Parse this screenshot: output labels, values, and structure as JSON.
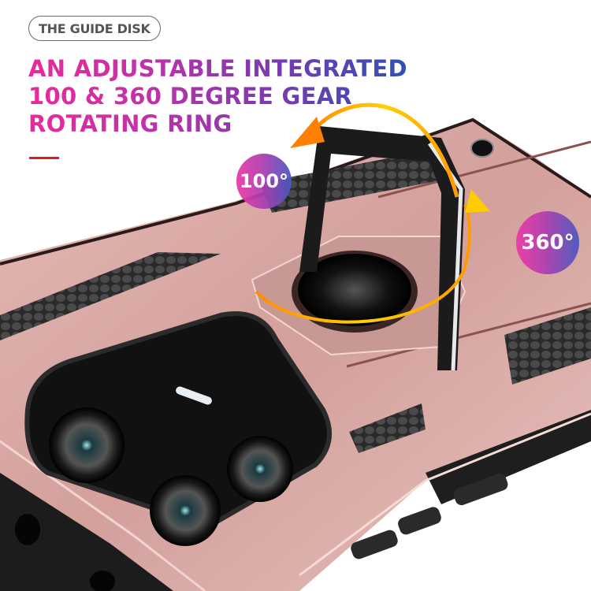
{
  "tag": {
    "label": "THE GUIDE DISK"
  },
  "headline": {
    "lines": [
      "AN ADJUSTABLE INTEGRATED",
      "100 & 360 DEGREE GEAR",
      "ROTATING RING"
    ],
    "gradient": [
      "#ea2a9b",
      "#7a3aae",
      "#2f50b6"
    ]
  },
  "accent_rule_color": "#e01b1b",
  "badges": {
    "tilt": {
      "label": "100°"
    },
    "rotate": {
      "label": "360°"
    }
  },
  "product": {
    "case_color": "#d9a7a3",
    "ring_color": "#1c1c1c",
    "arrow_colors": [
      "#ffd000",
      "#ff8a00"
    ]
  }
}
